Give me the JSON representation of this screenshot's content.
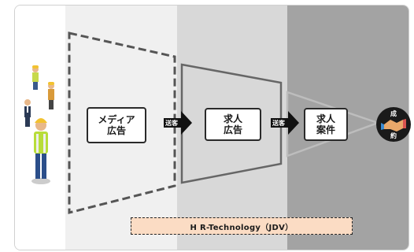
{
  "stages": [
    {
      "label": "メディア\n広告"
    },
    {
      "label": "求人\n広告"
    },
    {
      "label": "求人\n案件"
    }
  ],
  "arrows": [
    {
      "label": "送客"
    },
    {
      "label": "送客"
    }
  ],
  "outcome": {
    "top": "成",
    "bottom": "約"
  },
  "footer": {
    "label": "H R-Technology（JDV）"
  },
  "colors": {
    "band1": "#ffffff",
    "band2": "#f0f0f0",
    "band3": "#d8d8d8",
    "band4": "#a3a3a3",
    "footer_fill": "#fbdcc4",
    "outcome_circle": "#1a1a1a"
  }
}
